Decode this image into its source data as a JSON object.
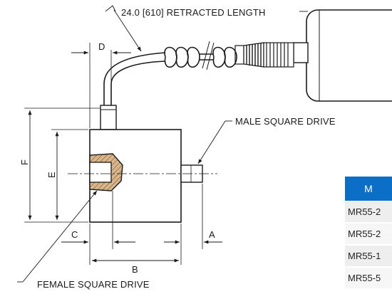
{
  "callouts": {
    "retracted_length": "24.0 [610] RETRACTED LENGTH",
    "male_drive": "MALE SQUARE DRIVE",
    "female_drive": "FEMALE SQUARE DRIVE"
  },
  "dimension_labels": {
    "a": "A",
    "b": "B",
    "c": "C",
    "d": "D",
    "e": "E",
    "f": "F"
  },
  "table": {
    "header": "M",
    "rows": [
      "MR55-2",
      "MR55-2",
      "MR55-1",
      "MR55-5"
    ]
  },
  "colors": {
    "table_header": "#0b6fc7",
    "line": "#1a1a1a",
    "hatch_fill": "#d9b58a"
  }
}
